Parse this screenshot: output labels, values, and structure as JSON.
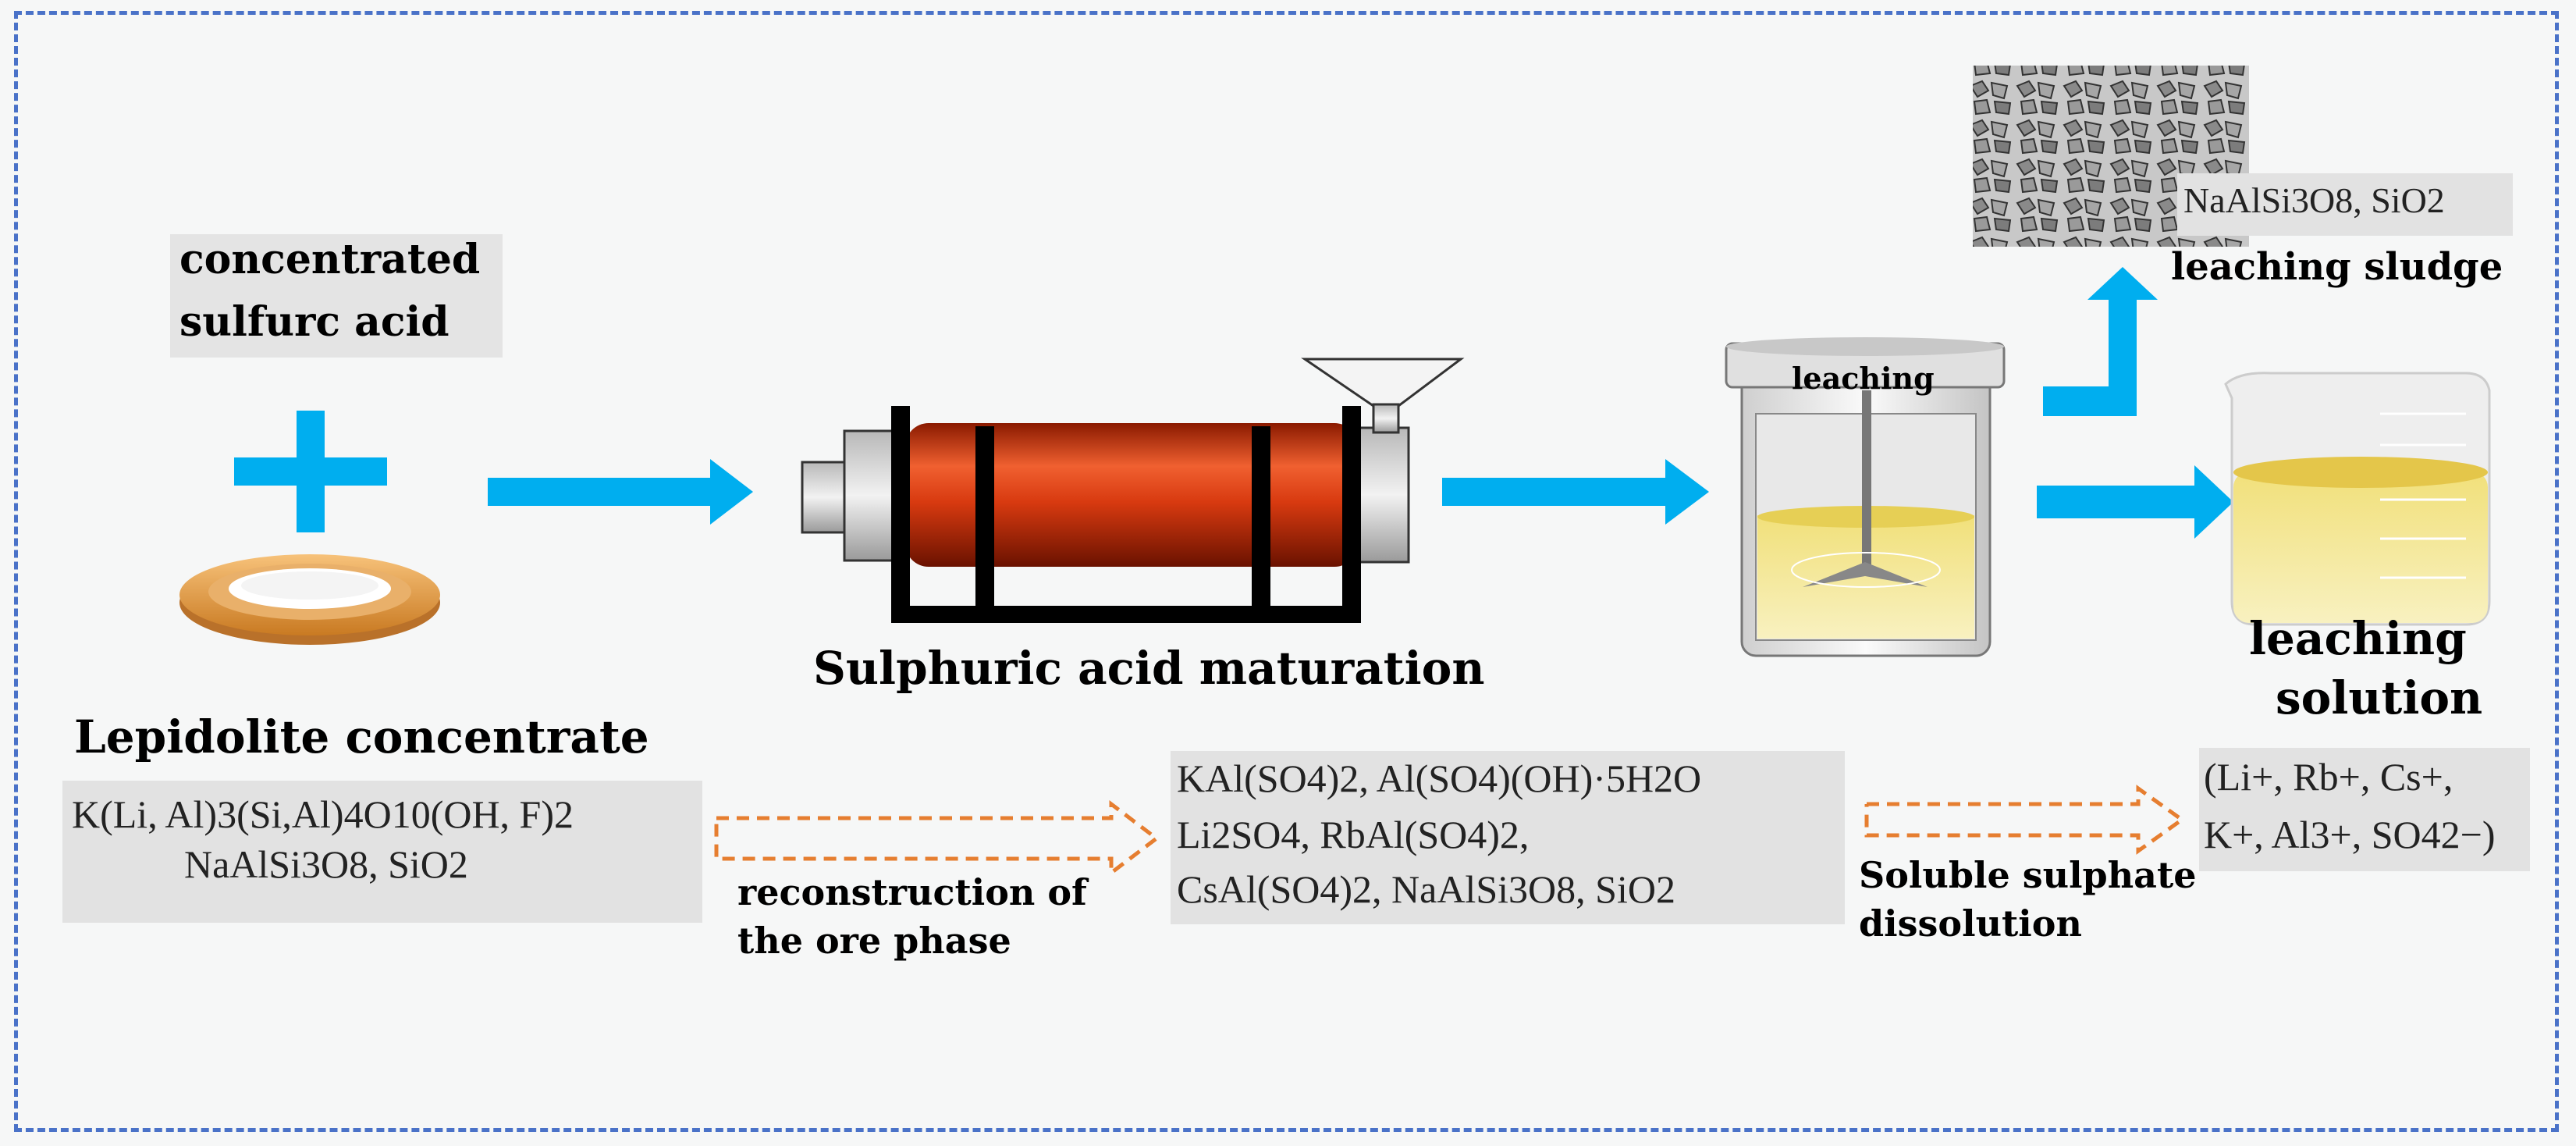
{
  "labels": {
    "acid_line1": "concentrated",
    "acid_line2": "sulfurc acid",
    "lepidolite": "Lepidolite concentrate",
    "maturation": "Sulphuric acid maturation",
    "leaching_tank": "leaching",
    "sludge": "leaching sludge",
    "solution_line1": "leaching",
    "solution_line2": "solution",
    "step1_line1": "reconstruction of",
    "step1_line2": "the ore phase",
    "step2_line1": "Soluble sulphate",
    "step2_line2": "dissolution"
  },
  "formulas": {
    "ore_line1": "K(Li, Al)3(Si,Al)4O10(OH, F)2",
    "ore_line2": "NaAlSi3O8, SiO2",
    "matured_line1": "KAl(SO4)2, Al(SO4)(OH)·5H2O",
    "matured_line2": "Li2SO4, RbAl(SO4)2,",
    "matured_line3": "CsAl(SO4)2, NaAlSi3O8, SiO2",
    "sludge": "NaAlSi3O8, SiO2",
    "solution_line1": "(Li+, Rb+, Cs+,",
    "solution_line2": "K+, Al3+, SO42−)"
  },
  "colors": {
    "frame": "#4a72c8",
    "flow_arrow": "#00aeef",
    "dashed_arrow": "#e67e30",
    "kiln": "#d93d10",
    "dish": "#e8a04a"
  }
}
